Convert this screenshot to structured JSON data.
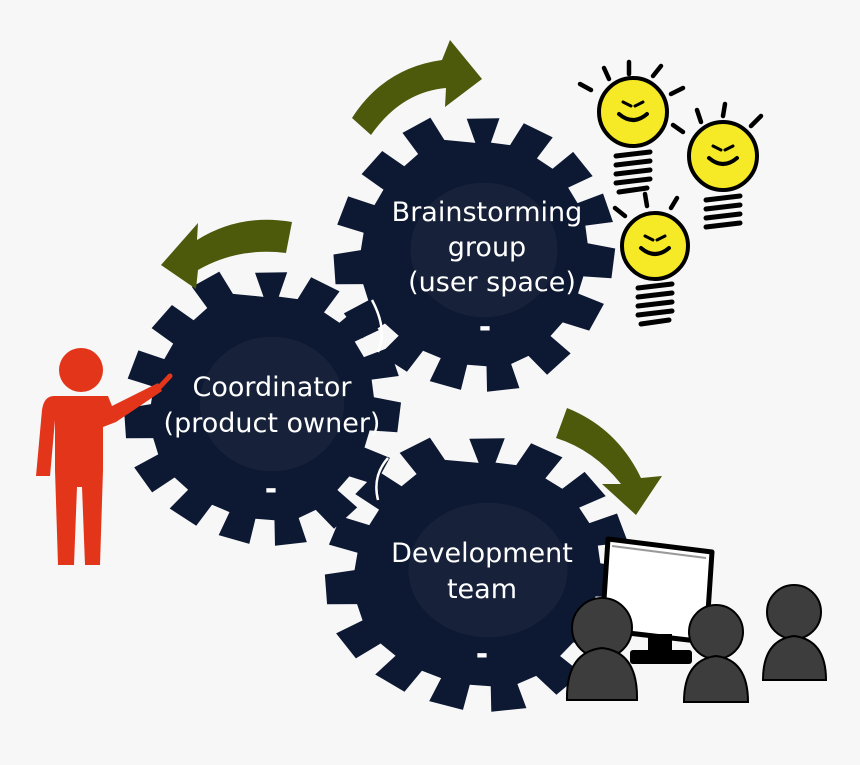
{
  "gears": {
    "brainstorming": {
      "line1": "Brainstorming",
      "line2": "group",
      "line3": "(user space)",
      "minus": "-"
    },
    "coordinator": {
      "line1": "Coordinator",
      "line2": "(product owner)",
      "minus": "-"
    },
    "development": {
      "line1": "Development",
      "line2": "team",
      "minus": "-"
    }
  },
  "colors": {
    "background": "#f7f7f8",
    "gear": "#0d1933",
    "gear_hub": "#17223a",
    "arrow": "#4d5a0c",
    "person": "#e3351a",
    "bulb": "#f6ea26",
    "people": "#3d3d3d"
  },
  "icons": [
    "person-pointing-icon",
    "lightbulb-icon",
    "monitor-icon",
    "user-silhouette-icon",
    "curved-arrow-icon"
  ]
}
